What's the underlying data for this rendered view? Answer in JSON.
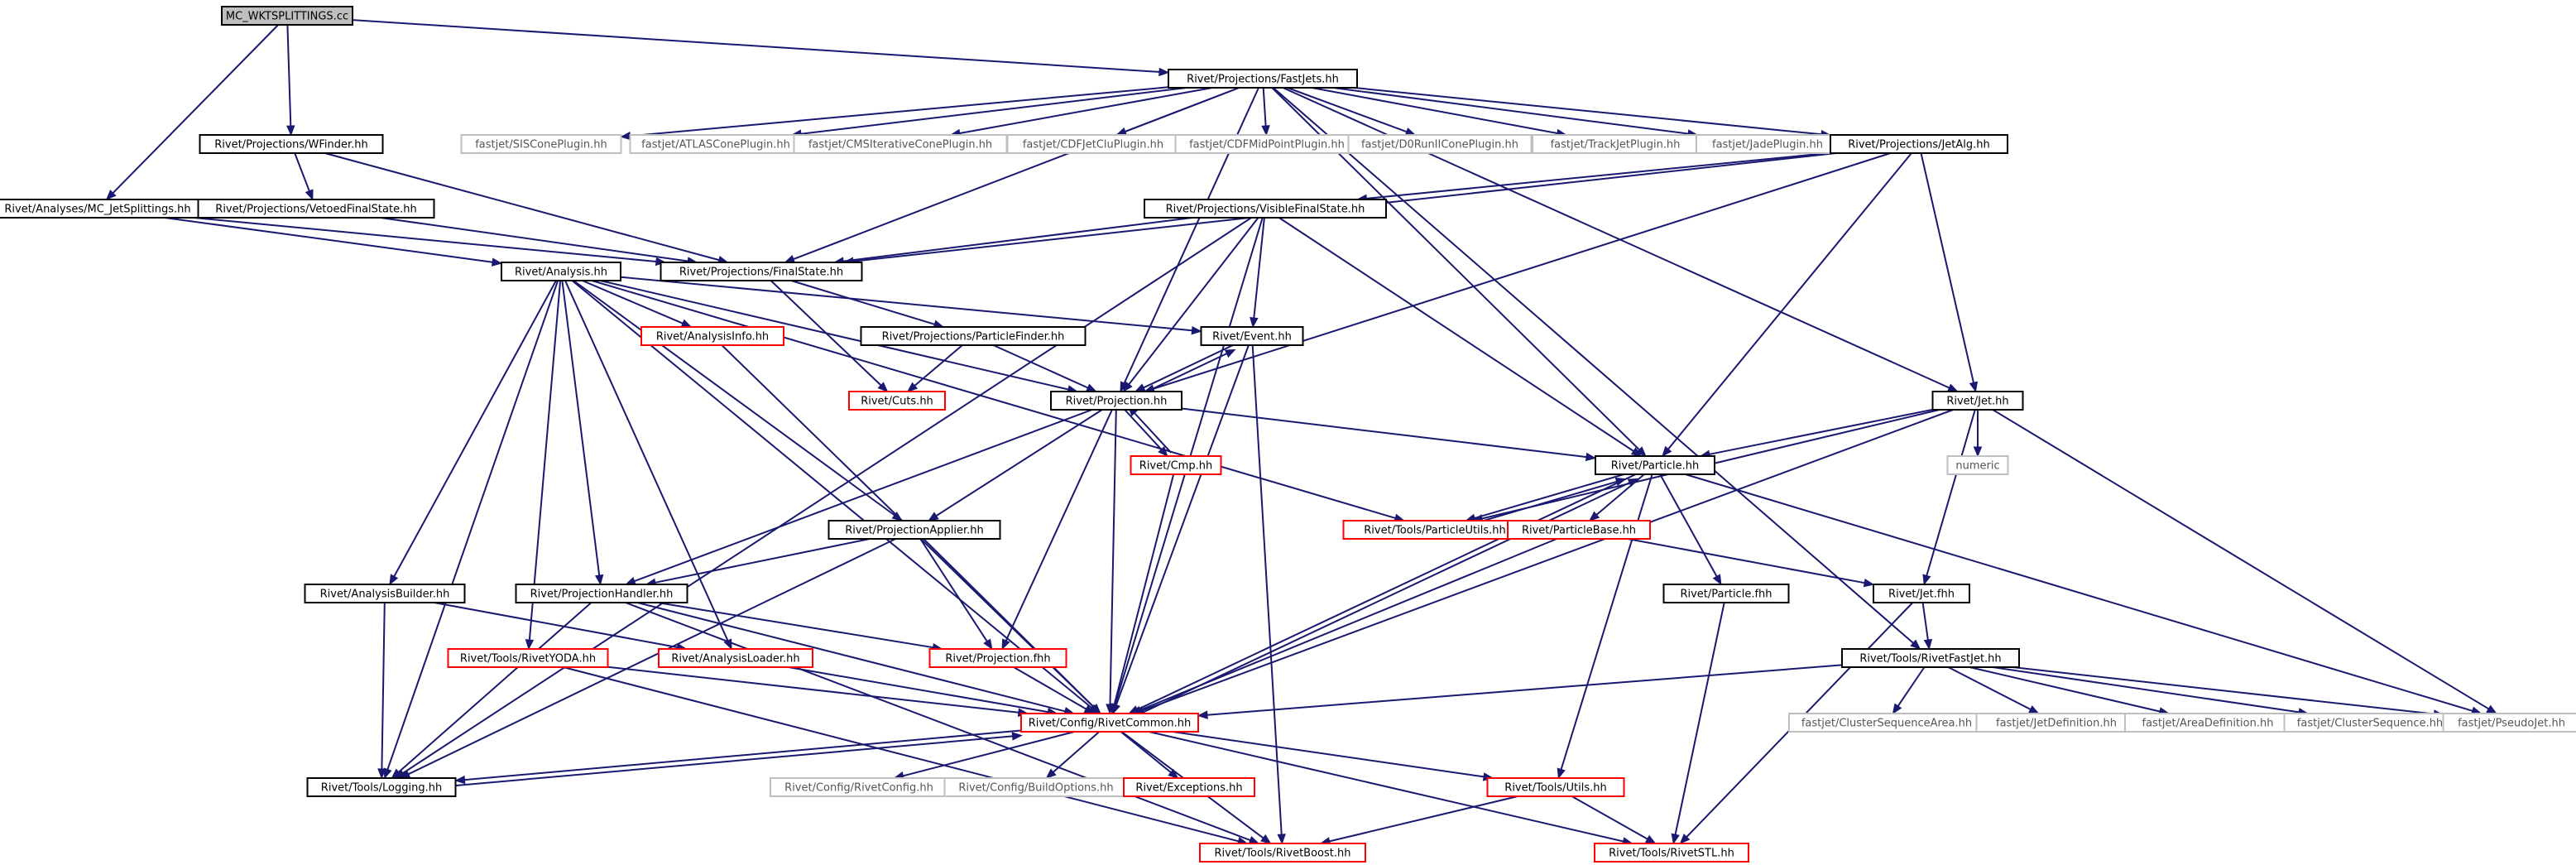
{
  "diagram": {
    "styles": {
      "root": {
        "fill": "#bfbfbf",
        "stroke": "#000000",
        "text": "#000000"
      },
      "normal": {
        "fill": "#ffffff",
        "stroke": "#000000",
        "text": "#000000"
      },
      "red": {
        "fill": "#ffffff",
        "stroke": "#ff0000",
        "text": "#000000"
      },
      "grey": {
        "fill": "#ffffff",
        "stroke": "#bfbfbf",
        "text": "#555555"
      }
    },
    "edge_color": "#191970",
    "nodes": [
      {
        "id": "root",
        "label": "MC_WKTSPLITTINGS.cc",
        "style": "root"
      },
      {
        "id": "fastjets",
        "label": "Rivet/Projections/FastJets.hh",
        "style": "normal"
      },
      {
        "id": "wfinder",
        "label": "Rivet/Projections/WFinder.hh",
        "style": "normal"
      },
      {
        "id": "mcjet",
        "label": "Rivet/Analyses/MC_JetSplittings.hh",
        "style": "normal"
      },
      {
        "id": "vetoed",
        "label": "Rivet/Projections/VetoedFinalState.hh",
        "style": "normal"
      },
      {
        "id": "siscone",
        "label": "fastjet/SISConePlugin.hh",
        "style": "grey"
      },
      {
        "id": "atlascone",
        "label": "fastjet/ATLASConePlugin.hh",
        "style": "grey"
      },
      {
        "id": "cmsit",
        "label": "fastjet/CMSIterativeConePlugin.hh",
        "style": "grey"
      },
      {
        "id": "cdfjetclu",
        "label": "fastjet/CDFJetCluPlugin.hh",
        "style": "grey"
      },
      {
        "id": "cdfmid",
        "label": "fastjet/CDFMidPointPlugin.hh",
        "style": "grey"
      },
      {
        "id": "d0run",
        "label": "fastjet/D0RunIIConePlugin.hh",
        "style": "grey"
      },
      {
        "id": "trackjet",
        "label": "fastjet/TrackJetPlugin.hh",
        "style": "grey"
      },
      {
        "id": "jade",
        "label": "fastjet/JadePlugin.hh",
        "style": "grey"
      },
      {
        "id": "jetalg",
        "label": "Rivet/Projections/JetAlg.hh",
        "style": "normal"
      },
      {
        "id": "visible",
        "label": "Rivet/Projections/VisibleFinalState.hh",
        "style": "normal"
      },
      {
        "id": "analysis",
        "label": "Rivet/Analysis.hh",
        "style": "normal"
      },
      {
        "id": "finalstate",
        "label": "Rivet/Projections/FinalState.hh",
        "style": "normal"
      },
      {
        "id": "analysisinfo",
        "label": "Rivet/AnalysisInfo.hh",
        "style": "red"
      },
      {
        "id": "particlefinder",
        "label": "Rivet/Projections/ParticleFinder.hh",
        "style": "normal"
      },
      {
        "id": "event",
        "label": "Rivet/Event.hh",
        "style": "normal"
      },
      {
        "id": "cuts",
        "label": "Rivet/Cuts.hh",
        "style": "red"
      },
      {
        "id": "projection",
        "label": "Rivet/Projection.hh",
        "style": "normal"
      },
      {
        "id": "jet",
        "label": "Rivet/Jet.hh",
        "style": "normal"
      },
      {
        "id": "cmp",
        "label": "Rivet/Cmp.hh",
        "style": "red"
      },
      {
        "id": "numeric",
        "label": "numeric",
        "style": "grey"
      },
      {
        "id": "particle",
        "label": "Rivet/Particle.hh",
        "style": "normal"
      },
      {
        "id": "particleutils",
        "label": "Rivet/Tools/ParticleUtils.hh",
        "style": "red"
      },
      {
        "id": "projapplier",
        "label": "Rivet/ProjectionApplier.hh",
        "style": "normal"
      },
      {
        "id": "particlebase",
        "label": "Rivet/ParticleBase.hh",
        "style": "red"
      },
      {
        "id": "analysisbuilder",
        "label": "Rivet/AnalysisBuilder.hh",
        "style": "normal"
      },
      {
        "id": "projhandler",
        "label": "Rivet/ProjectionHandler.hh",
        "style": "normal"
      },
      {
        "id": "particlefhh",
        "label": "Rivet/Particle.fhh",
        "style": "normal"
      },
      {
        "id": "jetfhh",
        "label": "Rivet/Jet.fhh",
        "style": "normal"
      },
      {
        "id": "rivetyoda",
        "label": "Rivet/Tools/RivetYODA.hh",
        "style": "red"
      },
      {
        "id": "analysisloader",
        "label": "Rivet/AnalysisLoader.hh",
        "style": "red"
      },
      {
        "id": "projfhh",
        "label": "Rivet/Projection.fhh",
        "style": "red"
      },
      {
        "id": "rivetfastjet",
        "label": "Rivet/Tools/RivetFastJet.hh",
        "style": "normal"
      },
      {
        "id": "rivetcommon",
        "label": "Rivet/Config/RivetCommon.hh",
        "style": "red"
      },
      {
        "id": "csarea",
        "label": "fastjet/ClusterSequenceArea.hh",
        "style": "grey"
      },
      {
        "id": "jetdef",
        "label": "fastjet/JetDefinition.hh",
        "style": "grey"
      },
      {
        "id": "areadef",
        "label": "fastjet/AreaDefinition.hh",
        "style": "grey"
      },
      {
        "id": "clusterseq",
        "label": "fastjet/ClusterSequence.hh",
        "style": "grey"
      },
      {
        "id": "pseudojet",
        "label": "fastjet/PseudoJet.hh",
        "style": "grey"
      },
      {
        "id": "logging",
        "label": "Rivet/Tools/Logging.hh",
        "style": "normal"
      },
      {
        "id": "rivetconfig",
        "label": "Rivet/Config/RivetConfig.hh",
        "style": "grey"
      },
      {
        "id": "buildoptions",
        "label": "Rivet/Config/BuildOptions.hh",
        "style": "grey"
      },
      {
        "id": "exceptions",
        "label": "Rivet/Exceptions.hh",
        "style": "red"
      },
      {
        "id": "utils",
        "label": "Rivet/Tools/Utils.hh",
        "style": "red"
      },
      {
        "id": "rivetboost",
        "label": "Rivet/Tools/RivetBoost.hh",
        "style": "red"
      },
      {
        "id": "rivetstl",
        "label": "Rivet/Tools/RivetSTL.hh",
        "style": "red"
      }
    ],
    "edges": [
      [
        "root",
        "fastjets"
      ],
      [
        "root",
        "wfinder"
      ],
      [
        "root",
        "mcjet"
      ],
      [
        "fastjets",
        "siscone"
      ],
      [
        "fastjets",
        "atlascone"
      ],
      [
        "fastjets",
        "cmsit"
      ],
      [
        "fastjets",
        "cdfjetclu"
      ],
      [
        "fastjets",
        "cdfmid"
      ],
      [
        "fastjets",
        "d0run"
      ],
      [
        "fastjets",
        "trackjet"
      ],
      [
        "fastjets",
        "jade"
      ],
      [
        "fastjets",
        "jetalg"
      ],
      [
        "fastjets",
        "jet"
      ],
      [
        "fastjets",
        "particle"
      ],
      [
        "fastjets",
        "rivetfastjet"
      ],
      [
        "fastjets",
        "finalstate"
      ],
      [
        "fastjets",
        "projection"
      ],
      [
        "wfinder",
        "vetoed"
      ],
      [
        "wfinder",
        "finalstate"
      ],
      [
        "mcjet",
        "analysis"
      ],
      [
        "mcjet",
        "finalstate"
      ],
      [
        "vetoed",
        "finalstate"
      ],
      [
        "jetalg",
        "visible"
      ],
      [
        "jetalg",
        "jet"
      ],
      [
        "jetalg",
        "particle"
      ],
      [
        "jetalg",
        "finalstate"
      ],
      [
        "jetalg",
        "projection"
      ],
      [
        "visible",
        "finalstate"
      ],
      [
        "visible",
        "event"
      ],
      [
        "visible",
        "projection"
      ],
      [
        "visible",
        "particle"
      ],
      [
        "visible",
        "rivetcommon"
      ],
      [
        "visible",
        "logging"
      ],
      [
        "analysis",
        "analysisinfo"
      ],
      [
        "analysis",
        "event"
      ],
      [
        "analysis",
        "projection"
      ],
      [
        "analysis",
        "particleutils"
      ],
      [
        "analysis",
        "projapplier"
      ],
      [
        "analysis",
        "projhandler"
      ],
      [
        "analysis",
        "analysisbuilder"
      ],
      [
        "analysis",
        "analysisloader"
      ],
      [
        "analysis",
        "rivetyoda"
      ],
      [
        "analysis",
        "rivetcommon"
      ],
      [
        "analysis",
        "logging"
      ],
      [
        "finalstate",
        "particlefinder"
      ],
      [
        "finalstate",
        "cuts"
      ],
      [
        "particlefinder",
        "cuts"
      ],
      [
        "particlefinder",
        "projection"
      ],
      [
        "analysisinfo",
        "rivetcommon"
      ],
      [
        "event",
        "projection"
      ],
      [
        "event",
        "rivetcommon"
      ],
      [
        "event",
        "rivetboost"
      ],
      [
        "projection",
        "event"
      ],
      [
        "projection",
        "cmp"
      ],
      [
        "projection",
        "particle"
      ],
      [
        "projection",
        "projapplier"
      ],
      [
        "projection",
        "projhandler"
      ],
      [
        "projection",
        "projfhh"
      ],
      [
        "projection",
        "rivetcommon"
      ],
      [
        "cmp",
        "projection"
      ],
      [
        "cmp",
        "rivetcommon"
      ],
      [
        "jet",
        "particle"
      ],
      [
        "jet",
        "numeric"
      ],
      [
        "jet",
        "particleutils"
      ],
      [
        "jet",
        "jetfhh"
      ],
      [
        "jet",
        "rivetcommon"
      ],
      [
        "jet",
        "pseudojet"
      ],
      [
        "particle",
        "particleutils"
      ],
      [
        "particle",
        "particlebase"
      ],
      [
        "particle",
        "particlefhh"
      ],
      [
        "particle",
        "utils"
      ],
      [
        "particle",
        "rivetcommon"
      ],
      [
        "particle",
        "pseudojet"
      ],
      [
        "particleutils",
        "particle"
      ],
      [
        "particlebase",
        "jetfhh"
      ],
      [
        "particlebase",
        "rivetcommon"
      ],
      [
        "projapplier",
        "projhandler"
      ],
      [
        "projapplier",
        "projfhh"
      ],
      [
        "projapplier",
        "rivetcommon"
      ],
      [
        "projapplier",
        "logging"
      ],
      [
        "analysisbuilder",
        "logging"
      ],
      [
        "analysisbuilder",
        "analysisloader"
      ],
      [
        "projhandler",
        "projfhh"
      ],
      [
        "projhandler",
        "rivetcommon"
      ],
      [
        "projhandler",
        "logging"
      ],
      [
        "projhandler",
        "rivetboost"
      ],
      [
        "jetfhh",
        "rivetfastjet"
      ],
      [
        "jetfhh",
        "rivetstl"
      ],
      [
        "particlefhh",
        "rivetstl"
      ],
      [
        "rivetyoda",
        "rivetcommon"
      ],
      [
        "rivetyoda",
        "rivetboost"
      ],
      [
        "analysisloader",
        "rivetcommon"
      ],
      [
        "projfhh",
        "rivetcommon"
      ],
      [
        "rivetfastjet",
        "rivetcommon"
      ],
      [
        "rivetfastjet",
        "csarea"
      ],
      [
        "rivetfastjet",
        "jetdef"
      ],
      [
        "rivetfastjet",
        "areadef"
      ],
      [
        "rivetfastjet",
        "clusterseq"
      ],
      [
        "rivetfastjet",
        "pseudojet"
      ],
      [
        "rivetcommon",
        "logging"
      ],
      [
        "rivetcommon",
        "rivetconfig"
      ],
      [
        "rivetcommon",
        "buildoptions"
      ],
      [
        "rivetcommon",
        "exceptions"
      ],
      [
        "rivetcommon",
        "utils"
      ],
      [
        "rivetcommon",
        "rivetboost"
      ],
      [
        "rivetcommon",
        "rivetstl"
      ],
      [
        "rivetcommon",
        "particle"
      ],
      [
        "logging",
        "rivetcommon"
      ],
      [
        "utils",
        "rivetboost"
      ],
      [
        "utils",
        "rivetstl"
      ]
    ]
  }
}
